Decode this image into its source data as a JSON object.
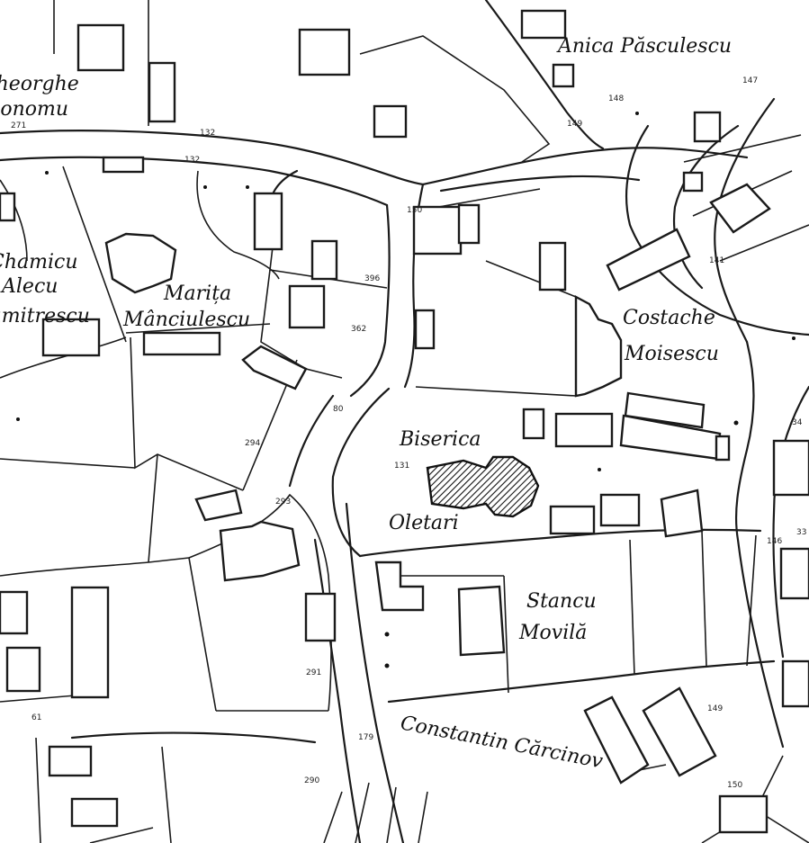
{
  "map": {
    "labels": {
      "anica": "Anica Păsculescu",
      "gheorghe": "Gheorghe",
      "economu": "Economu",
      "chamicu": "Chamicu",
      "alecu": "Alecu",
      "dumitrescu": "Dumitrescu",
      "marita": "Marița",
      "manciulescu": "Mânciulescu",
      "costache": "Costache",
      "moisescu": "Moisescu",
      "biserica": "Biserica",
      "oletari": "Oletari",
      "stancu": "Stancu",
      "movila": "Movilă",
      "constantin": "Constantin Cărcinov"
    },
    "numbers": {
      "n1": "132",
      "n2": "132",
      "n3": "149",
      "n4": "148",
      "n5": "147",
      "n6": "150",
      "n7": "396",
      "n8": "362",
      "n9": "80",
      "n10": "294",
      "n11": "293",
      "n12": "131",
      "n13": "291",
      "n14": "179",
      "n15": "290",
      "n16": "61",
      "n17": "146",
      "n18": "149",
      "n19": "150",
      "n20": "34",
      "n21": "33",
      "n22": "141",
      "n23": "271"
    }
  }
}
